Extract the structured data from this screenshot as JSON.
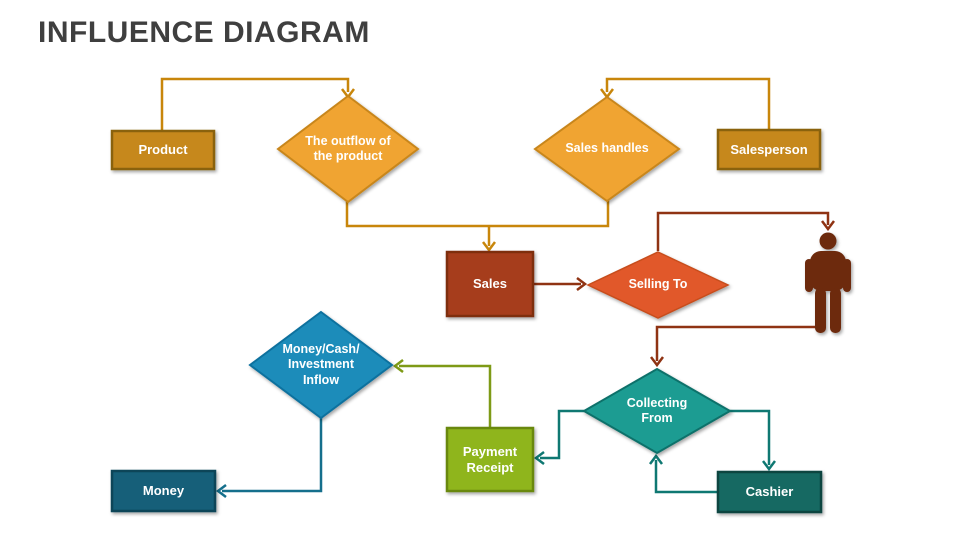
{
  "title": "INFLUENCE DIAGRAM",
  "colors": {
    "title_text": "#3F3F3F",
    "gold_connector": "#C8860B",
    "dark_red_connector": "#8F3313",
    "teal_connector": "#0F7872",
    "olive_connector": "#7E9A16",
    "blue_connector": "#156F8C",
    "label_text": "#FFFFFF"
  },
  "nodes": {
    "product": {
      "label": "Product",
      "shape": "rectangle",
      "fill": "#C6881C",
      "border": "#8A6209"
    },
    "outflow": {
      "label": "The outflow of\nthe product",
      "shape": "diamond",
      "fill": "#F0A431",
      "border": "#C8861B"
    },
    "sales_handles": {
      "label": "Sales handles",
      "shape": "diamond",
      "fill": "#F0A431",
      "border": "#C8861B"
    },
    "salesperson": {
      "label": "Salesperson",
      "shape": "rectangle",
      "fill": "#C6881C",
      "border": "#8A6209"
    },
    "sales": {
      "label": "Sales",
      "shape": "rectangle",
      "fill": "#A63D1F",
      "border": "#7E2D0E"
    },
    "selling_to": {
      "label": "Selling To",
      "shape": "diamond",
      "fill": "#E15829",
      "border": "#C74E1F"
    },
    "customer": {
      "icon": "person-icon",
      "shape": "person",
      "fill": "#6D2B10"
    },
    "collecting_from": {
      "label": "Collecting\nFrom",
      "shape": "diamond",
      "fill": "#1D9C92",
      "border": "#0D716B"
    },
    "payment_receipt": {
      "label": "Payment\nReceipt",
      "shape": "rectangle",
      "fill": "#8FB51D",
      "border": "#69880F"
    },
    "cashier": {
      "label": "Cashier",
      "shape": "rectangle",
      "fill": "#176962",
      "border": "#0D4540"
    },
    "money_cash": {
      "label": "Money/Cash/\nInvestment\nInflow",
      "shape": "diamond",
      "fill": "#1C8CBA",
      "border": "#10719E"
    },
    "money": {
      "label": "Money",
      "shape": "rectangle",
      "fill": "#135F79",
      "border": "#0A4458"
    }
  },
  "edges": [
    {
      "from": "product",
      "to": "outflow",
      "color": "#C8860B"
    },
    {
      "from": "salesperson",
      "to": "sales_handles",
      "color": "#C8860B"
    },
    {
      "from": "outflow",
      "to": "sales",
      "color": "#C8860B"
    },
    {
      "from": "sales_handles",
      "to": "sales",
      "color": "#C8860B"
    },
    {
      "from": "sales",
      "to": "selling_to",
      "color": "#8F3313"
    },
    {
      "from": "selling_to",
      "to": "customer",
      "color": "#8F3313"
    },
    {
      "from": "customer",
      "to": "collecting_from",
      "color": "#8F3313"
    },
    {
      "from": "collecting_from",
      "to": "payment_receipt",
      "color": "#0F7872"
    },
    {
      "from": "collecting_from",
      "to": "cashier",
      "color": "#0F7872"
    },
    {
      "from": "cashier",
      "to": "collecting_from",
      "color": "#0F7872"
    },
    {
      "from": "payment_receipt",
      "to": "money_cash",
      "color": "#7E9A16"
    },
    {
      "from": "money_cash",
      "to": "money",
      "color": "#156F8C"
    }
  ]
}
